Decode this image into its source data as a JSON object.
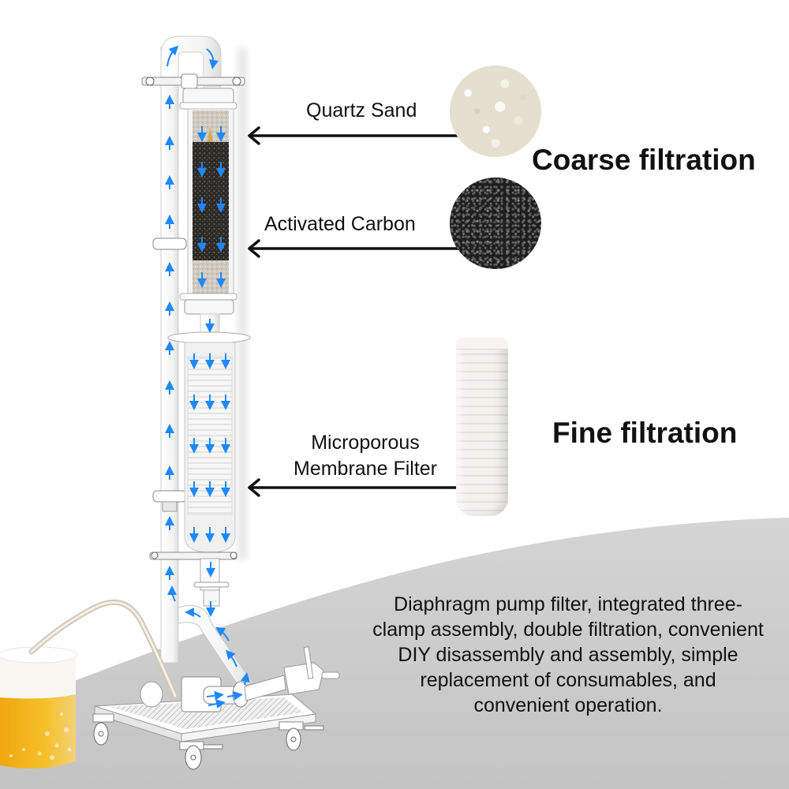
{
  "diagram": {
    "subject": "Diaphragm pump filter system",
    "flow_arrow_color": "#1e88ff",
    "callouts": [
      {
        "id": "quartz",
        "label": "Quartz Sand",
        "media": "quartz-sand-swatch"
      },
      {
        "id": "carbon",
        "label": "Activated Carbon",
        "media": "activated-carbon-swatch"
      },
      {
        "id": "membrane",
        "label_line1": "Microporous",
        "label_line2": "Membrane Filter",
        "media": "membrane-cartridge"
      }
    ],
    "stages": [
      {
        "heading": "Coarse filtration",
        "covers": [
          "Quartz Sand",
          "Activated Carbon"
        ]
      },
      {
        "heading": "Fine filtration",
        "covers": [
          "Microporous Membrane Filter"
        ]
      }
    ],
    "description": "Diaphragm pump filter, integrated three-clamp assembly, double filtration, convenient DIY disassembly and assembly, simple replacement of consumables, and convenient operation.",
    "colors": {
      "background": "#ffffff",
      "floor": "#cfcfcf",
      "text": "#111111",
      "beer": "#f2b51d",
      "carbon": "#1e1e1e"
    }
  }
}
